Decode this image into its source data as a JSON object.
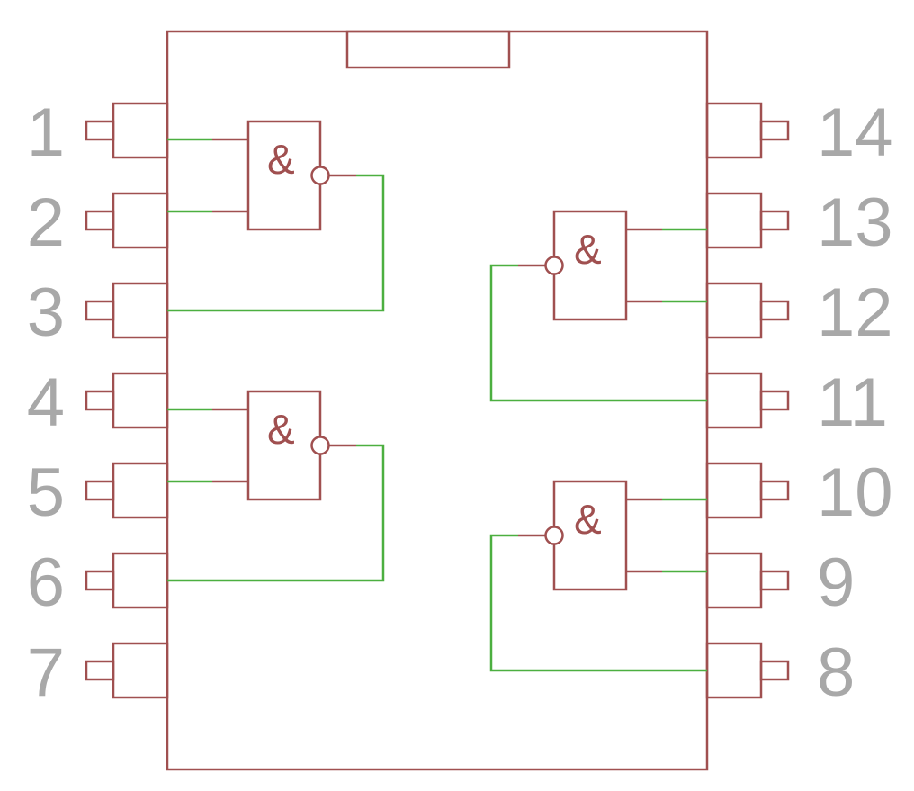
{
  "colors": {
    "outline": "#a05050",
    "wire": "#4caf40",
    "pin_label": "#a8a8a8"
  },
  "pins_left": [
    "1",
    "2",
    "3",
    "4",
    "5",
    "6",
    "7"
  ],
  "pins_right": [
    "14",
    "13",
    "12",
    "11",
    "10",
    "9",
    "8"
  ],
  "gate_symbol": "&",
  "gates": [
    {
      "id": "gate-1",
      "inputs": [
        "1",
        "2"
      ],
      "output": "3"
    },
    {
      "id": "gate-2",
      "inputs": [
        "4",
        "5"
      ],
      "output": "6"
    },
    {
      "id": "gate-3",
      "inputs": [
        "13",
        "12"
      ],
      "output": "11"
    },
    {
      "id": "gate-4",
      "inputs": [
        "10",
        "9"
      ],
      "output": "8"
    }
  ]
}
